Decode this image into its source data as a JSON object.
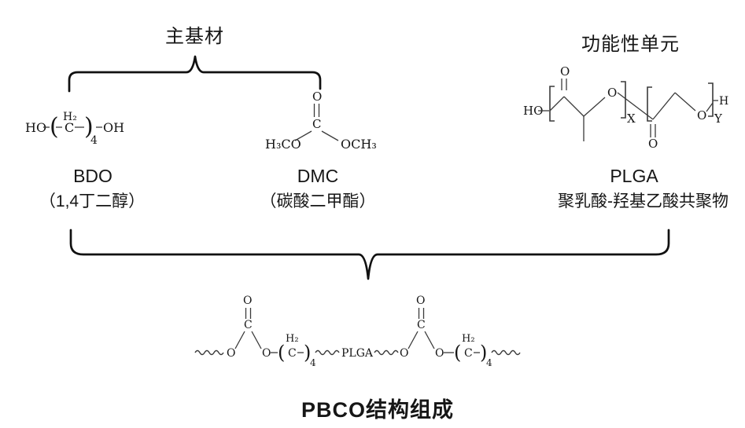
{
  "colors": {
    "ink": "#161616",
    "bond": "#3a3a3a",
    "background": "#ffffff"
  },
  "groups": {
    "main_base": {
      "label": "主基材"
    },
    "functional_unit": {
      "label": "功能性单元"
    }
  },
  "molecules": {
    "bdo": {
      "name": "BDO",
      "cn": "（1,4丁二醇）",
      "f": {
        "ho": "HO",
        "lp": "(",
        "h2": "H₂",
        "c": "C",
        "n": "4",
        "rp": ")",
        "oh": "OH"
      }
    },
    "dmc": {
      "name": "DMC",
      "cn": "（碳酸二甲酯）",
      "f": {
        "o": "O",
        "c": "C",
        "left": "H₃CO",
        "right": "OCH₃"
      }
    },
    "plga": {
      "name": "PLGA",
      "cn": "聚乳酸-羟基乙酸共聚物",
      "f": {
        "ho": "HO",
        "o1": "O",
        "o2": "O",
        "x": "X",
        "o3": "O",
        "o4": "O",
        "y": "Y",
        "h": "H"
      }
    }
  },
  "pbco": {
    "title": "PBCO结构组成",
    "f": {
      "o1": "O",
      "c1": "C",
      "ot1": "O",
      "o2": "O",
      "lp1": "(",
      "h21": "H₂",
      "c2": "C",
      "rp1": ")",
      "n1": "4",
      "plga": "PLGA",
      "o3": "O",
      "c3": "C",
      "ot2": "O",
      "o4": "O",
      "lp2": "(",
      "h22": "H₂",
      "c4": "C",
      "rp2": ")",
      "n2": "4"
    }
  }
}
